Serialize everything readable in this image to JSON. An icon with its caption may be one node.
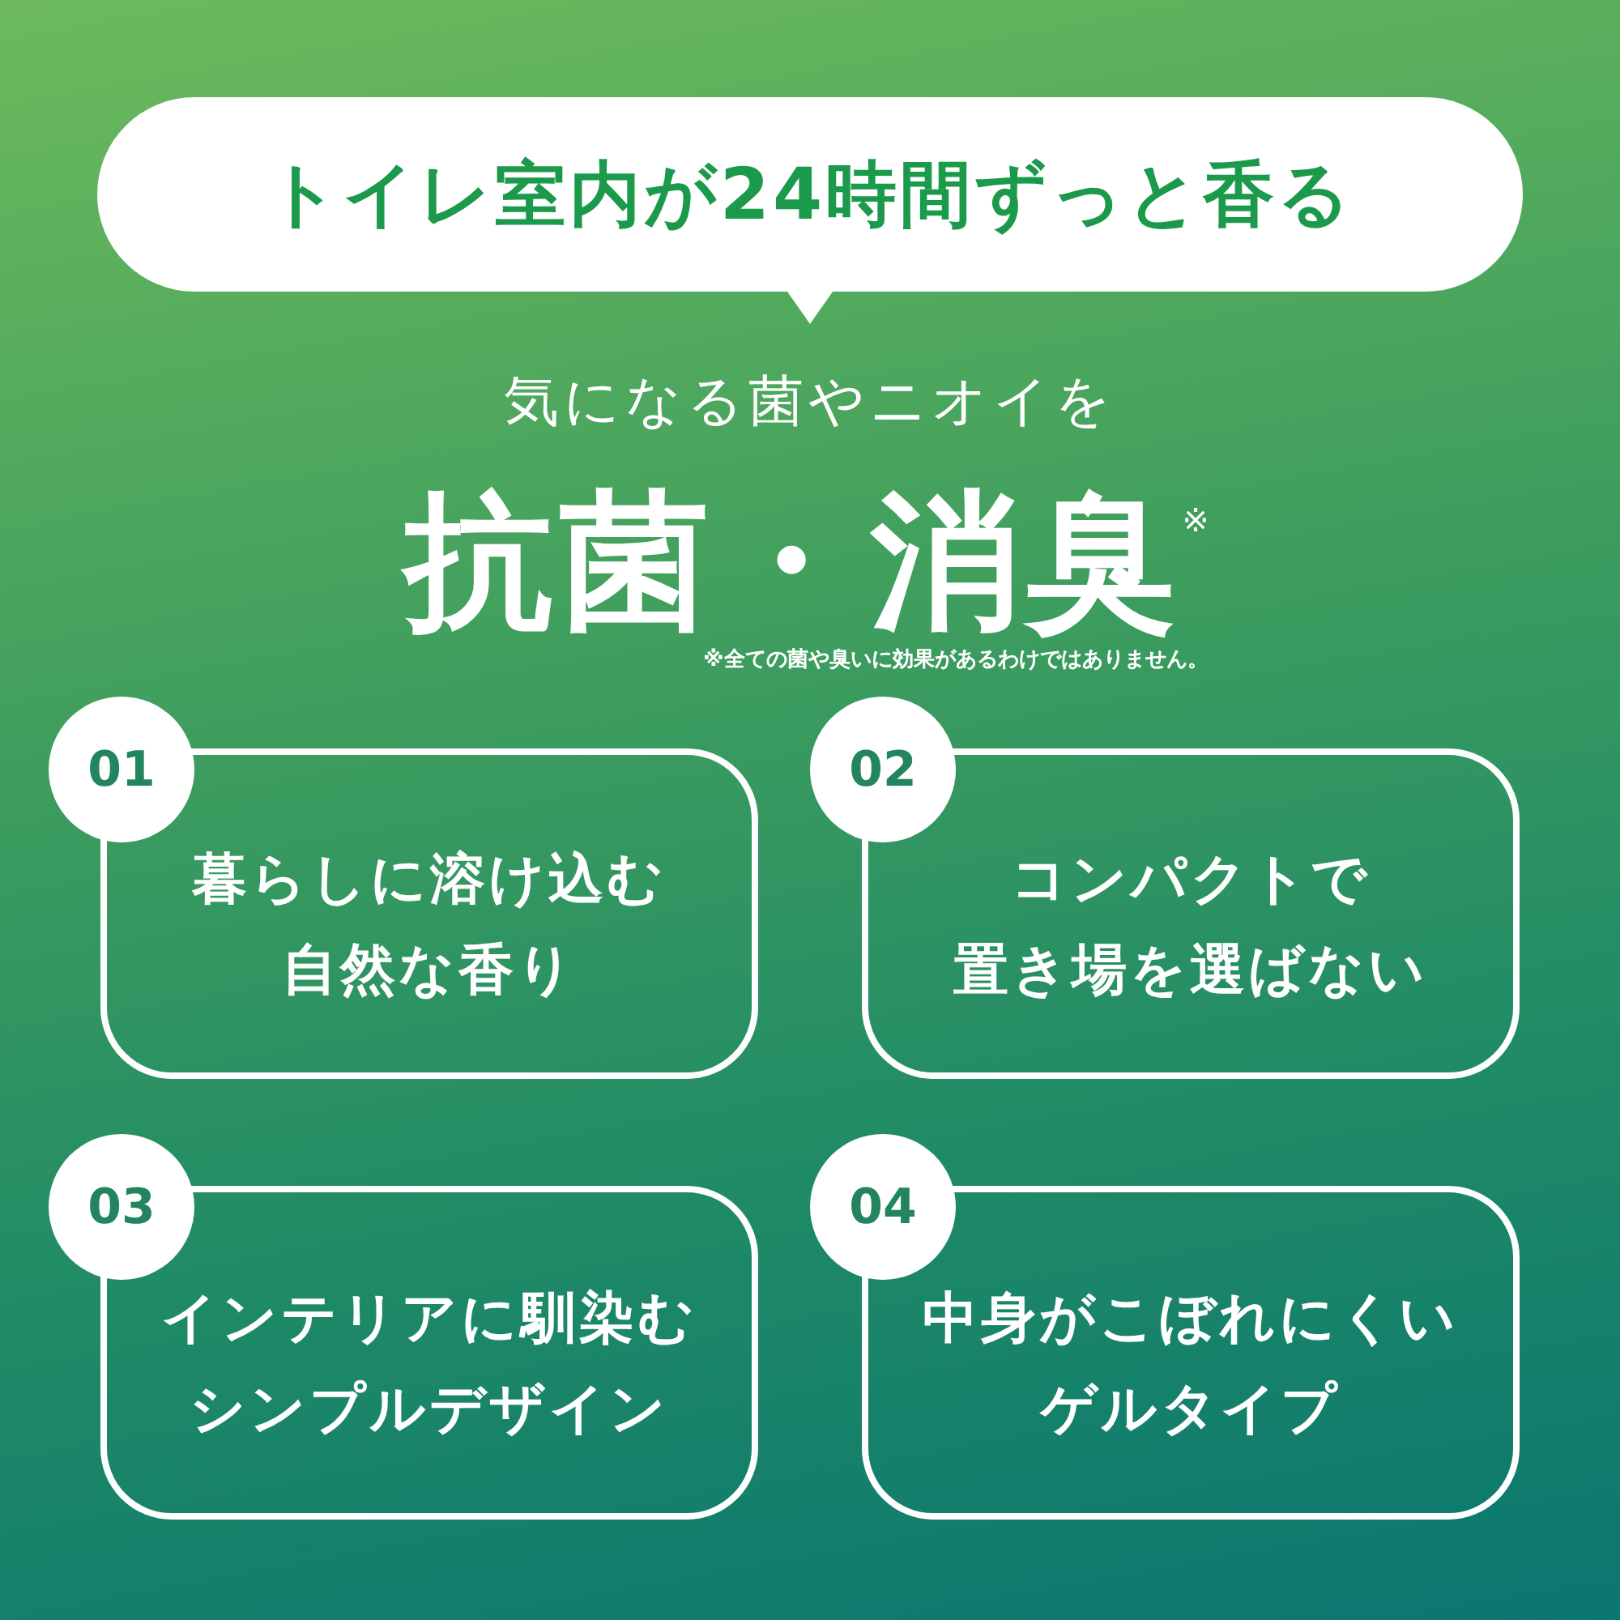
{
  "diagram": {
    "nodes": [
      {
        "text": [
          "トイレ室内が24時間ずっと香る"
        ]
      },
      {
        "text": [
          "01"
        ]
      },
      {
        "text": [
          "暮らしに溶け込む自然な香り"
        ]
      },
      {
        "text": [
          "02"
        ]
      },
      {
        "text": [
          "コンパクトで置き場を選ばない"
        ]
      },
      {
        "text": [
          "03"
        ]
      },
      {
        "text": [
          "インテリアに馴染むシンプルデザイン"
        ]
      },
      {
        "text": [
          "04"
        ]
      },
      {
        "text": [
          "中身がこぼれにくいゲルタイプ"
        ]
      }
    ],
    "labels": [
      "気になる菌やニオイを",
      "抗菌・消臭$^{※}$",
      "※全ての菌や臭いに効果があるわけではありません。"
    ]
  }
}
